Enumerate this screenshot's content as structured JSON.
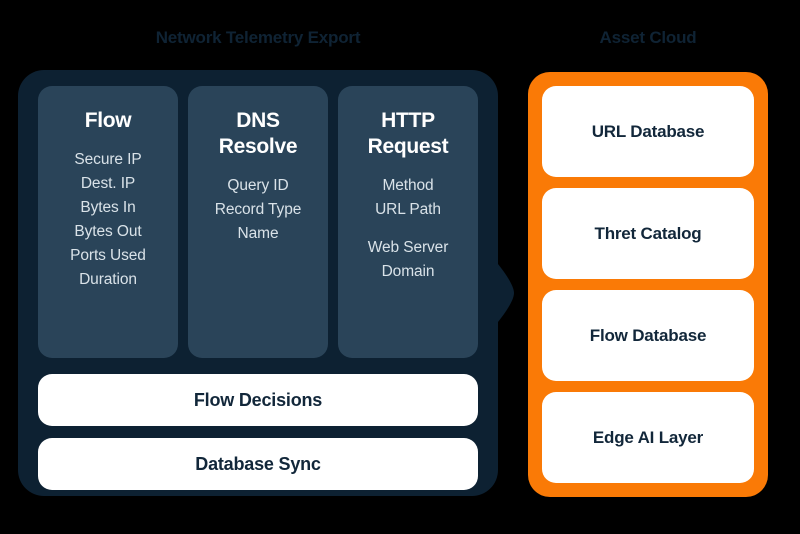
{
  "sections": {
    "left_title": "Network Telemetry Export",
    "right_title": "Asset Cloud"
  },
  "colors": {
    "background": "#000000",
    "panel_navy": "#0d2132",
    "card_navy": "#2a4459",
    "accent_orange": "#fa7a06",
    "card_white": "#ffffff",
    "text_dark": "#12273a",
    "title_dark": "#0f2334",
    "item_text": "#d9e2e8"
  },
  "telemetry": {
    "columns": [
      {
        "title": "Flow",
        "items": [
          "Secure IP",
          "Dest. IP",
          "Bytes In",
          "Bytes Out",
          "Ports Used",
          "Duration"
        ]
      },
      {
        "title": "DNS\nResolve",
        "items": [
          "Query ID",
          "Record Type",
          "Name"
        ]
      },
      {
        "title": "HTTP\nRequest",
        "items": [
          "Method",
          "URL Path",
          "Web Server\nDomain"
        ]
      }
    ],
    "bars": [
      {
        "label": "Flow Decisions"
      },
      {
        "label": "Database Sync"
      }
    ]
  },
  "asset_cloud": {
    "cards": [
      {
        "label": "URL Database"
      },
      {
        "label": "Thret Catalog"
      },
      {
        "label": "Flow Database"
      },
      {
        "label": "Edge AI Layer"
      }
    ]
  },
  "connector": {
    "icon": "arrow-right-icon"
  }
}
